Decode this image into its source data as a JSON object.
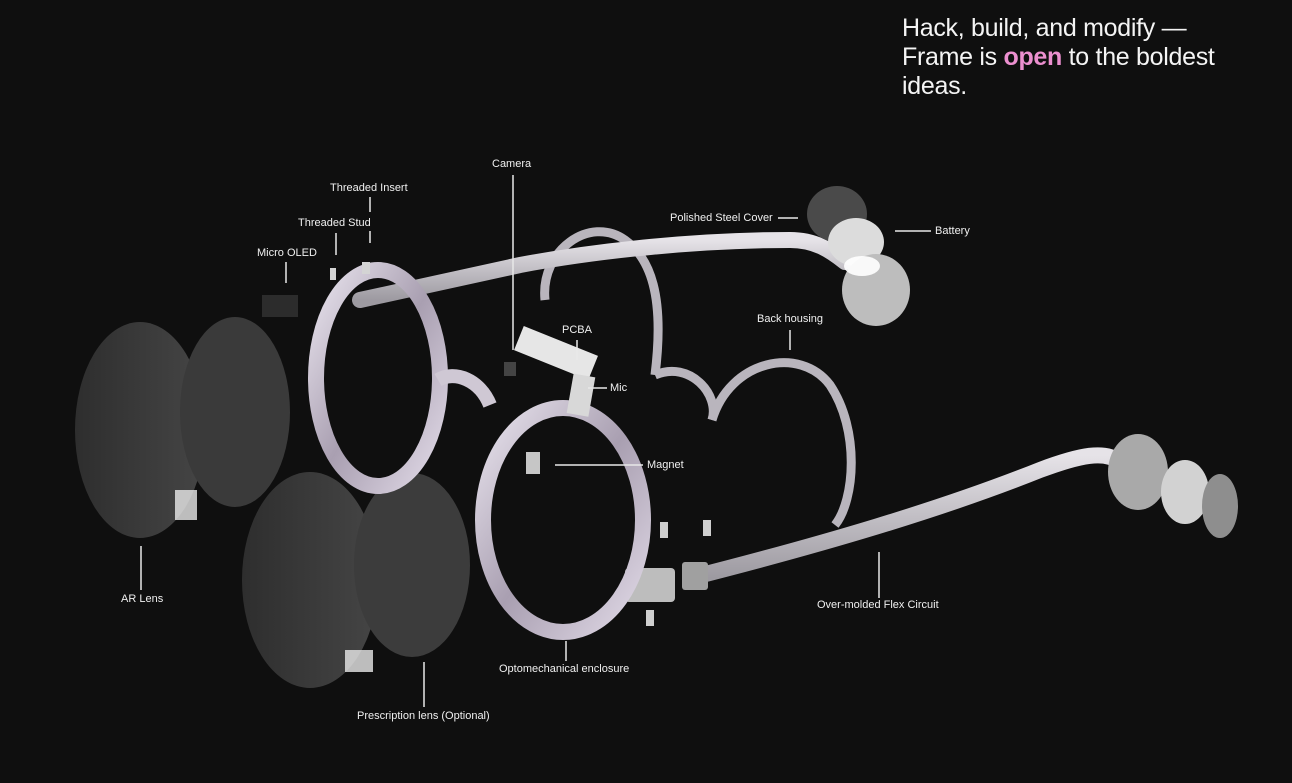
{
  "headline": {
    "line1": "Hack, build, and modify —",
    "line2_before": "Frame is ",
    "line2_accent": "open",
    "line2_after": " to the boldest",
    "line3": "ideas.",
    "accent_color": "#ec8fcf"
  },
  "labels": {
    "camera": "Camera",
    "threaded_insert": "Threaded Insert",
    "threaded_stud": "Threaded Stud",
    "micro_oled": "Micro OLED",
    "polished_steel_cover": "Polished Steel Cover",
    "battery": "Battery",
    "pcba": "PCBA",
    "mic": "Mic",
    "back_housing": "Back housing",
    "magnet": "Magnet",
    "ar_lens": "AR Lens",
    "over_molded_flex_circuit": "Over-molded Flex Circuit",
    "optomechanical_enclosure": "Optomechanical enclosure",
    "prescription_lens": "Prescription lens (Optional)"
  },
  "colors": {
    "background": "#0f0f0f",
    "frame": "#cfcbd2",
    "lens": "#3a3a3a",
    "text": "#f0f0f0"
  }
}
